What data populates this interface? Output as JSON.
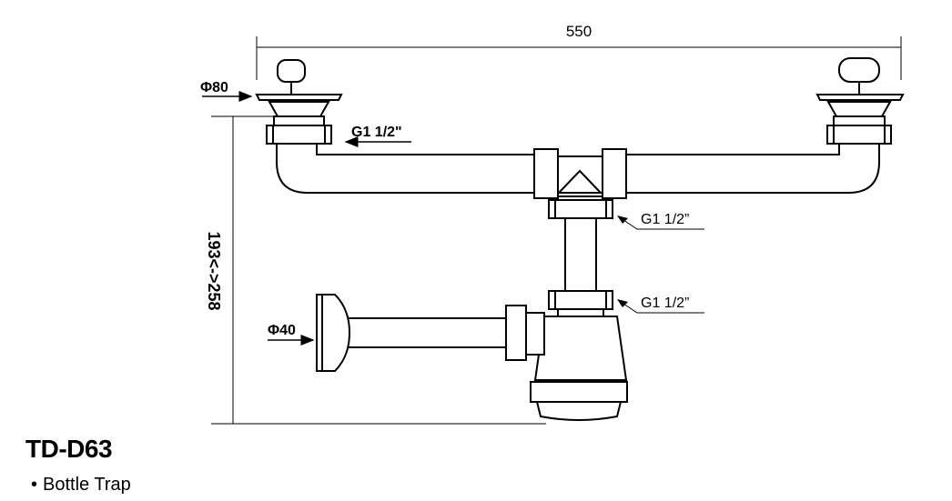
{
  "dimensions": {
    "width": "550",
    "height_range": "193<->258",
    "inlet_diameter": "Φ80",
    "outlet_diameter": "Φ40"
  },
  "callouts": {
    "strainer_nut": "G1 1/2\"",
    "tee_nut": "G1 1/2”",
    "trap_nut": "G1 1/2”"
  },
  "product": {
    "model": "TD-D63",
    "bullet": "•",
    "description": "Bottle Trap"
  }
}
